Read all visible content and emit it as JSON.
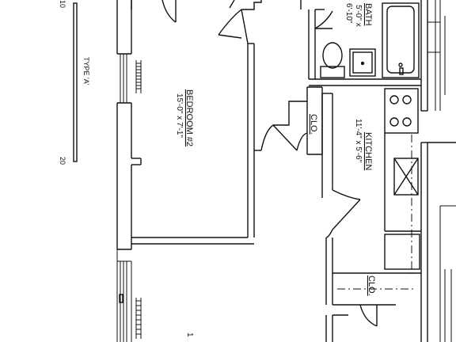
{
  "plan": {
    "rooms": [
      {
        "id": "bedroom",
        "name": "BEDROOM #2",
        "dims": "15'-0\" x 7'-1\""
      },
      {
        "id": "kitchen",
        "name": "KITCHEN",
        "dims": "11'-4\" x 5'-6\""
      },
      {
        "id": "bath",
        "name": "BATH",
        "dims": "5'-0\" x 6'-10\""
      }
    ],
    "closets": [
      "CLO.",
      "CLO."
    ],
    "type_label": "TYPE 'A'",
    "scale_numbers": [
      "10",
      "20"
    ],
    "bottom_number": "1"
  }
}
